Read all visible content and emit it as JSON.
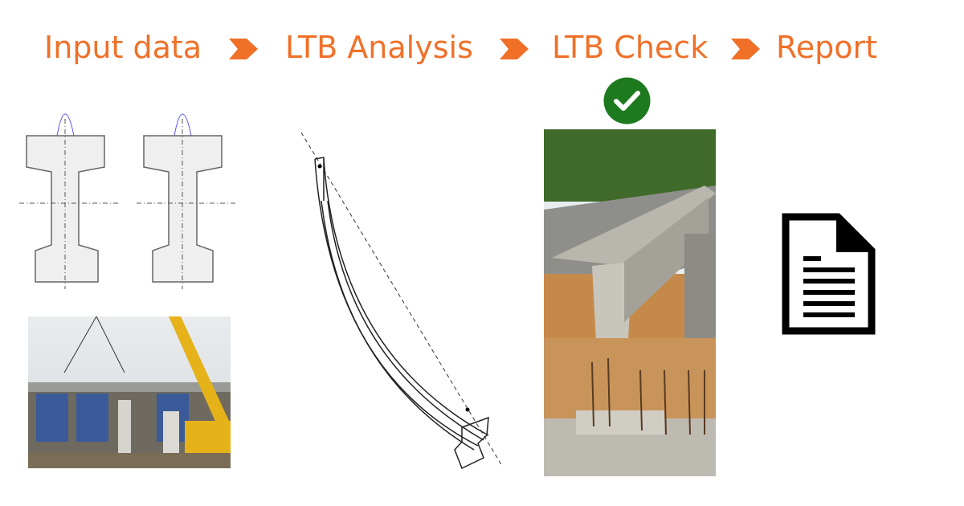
{
  "steps": [
    {
      "label": "Input data"
    },
    {
      "label": "LTB Analysis"
    },
    {
      "label": "LTB Check"
    },
    {
      "label": "Report"
    }
  ],
  "colors": {
    "accent": "#F07028",
    "check": "#1E7A1E"
  },
  "icons": [
    "chevron-right-icon",
    "check-circle-icon",
    "document-icon"
  ]
}
